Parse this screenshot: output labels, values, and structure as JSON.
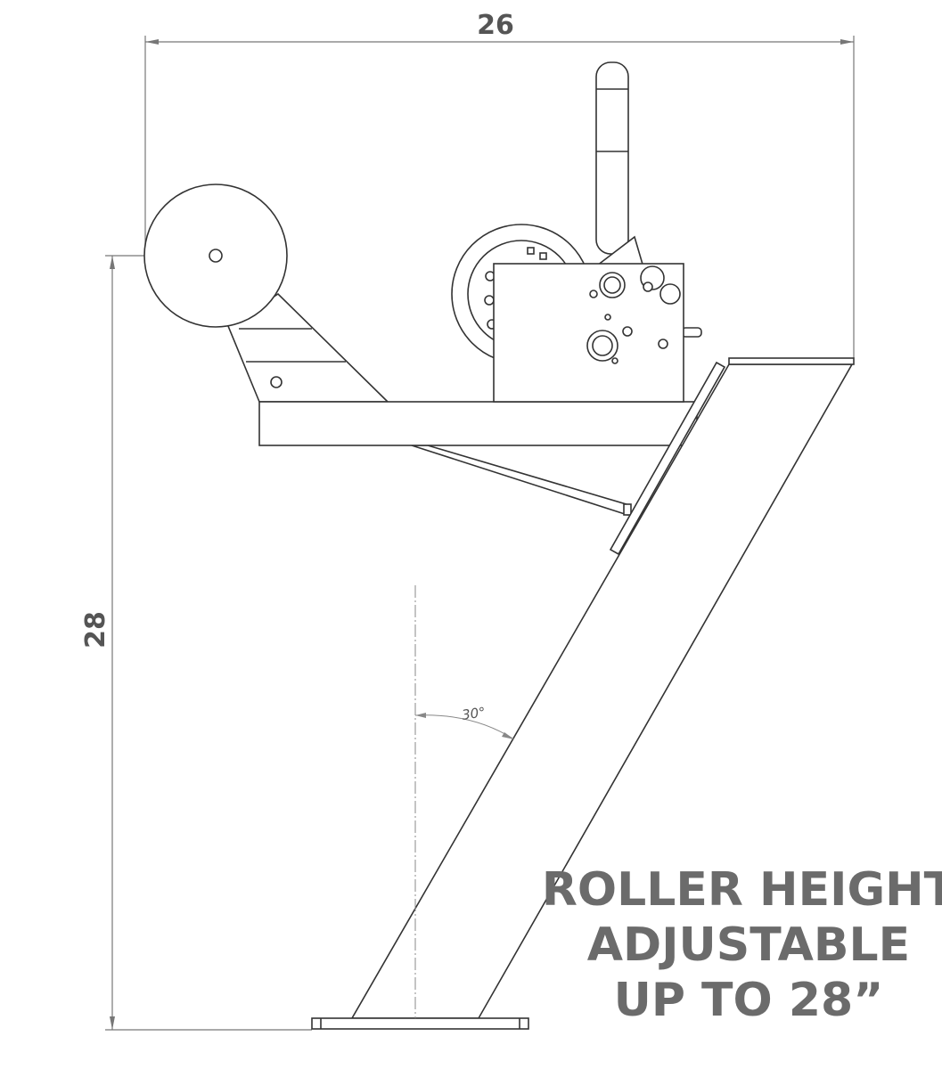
{
  "dimensions": {
    "width_label": "26",
    "height_label": "28",
    "angle_label": "30°"
  },
  "caption": {
    "line1": "ROLLER HEIGHT",
    "line2": "ADJUSTABLE",
    "line3": "UP TO 28”"
  },
  "colors": {
    "line": "#333333",
    "dimension_line": "#777777",
    "text": "#6b6b6b"
  }
}
